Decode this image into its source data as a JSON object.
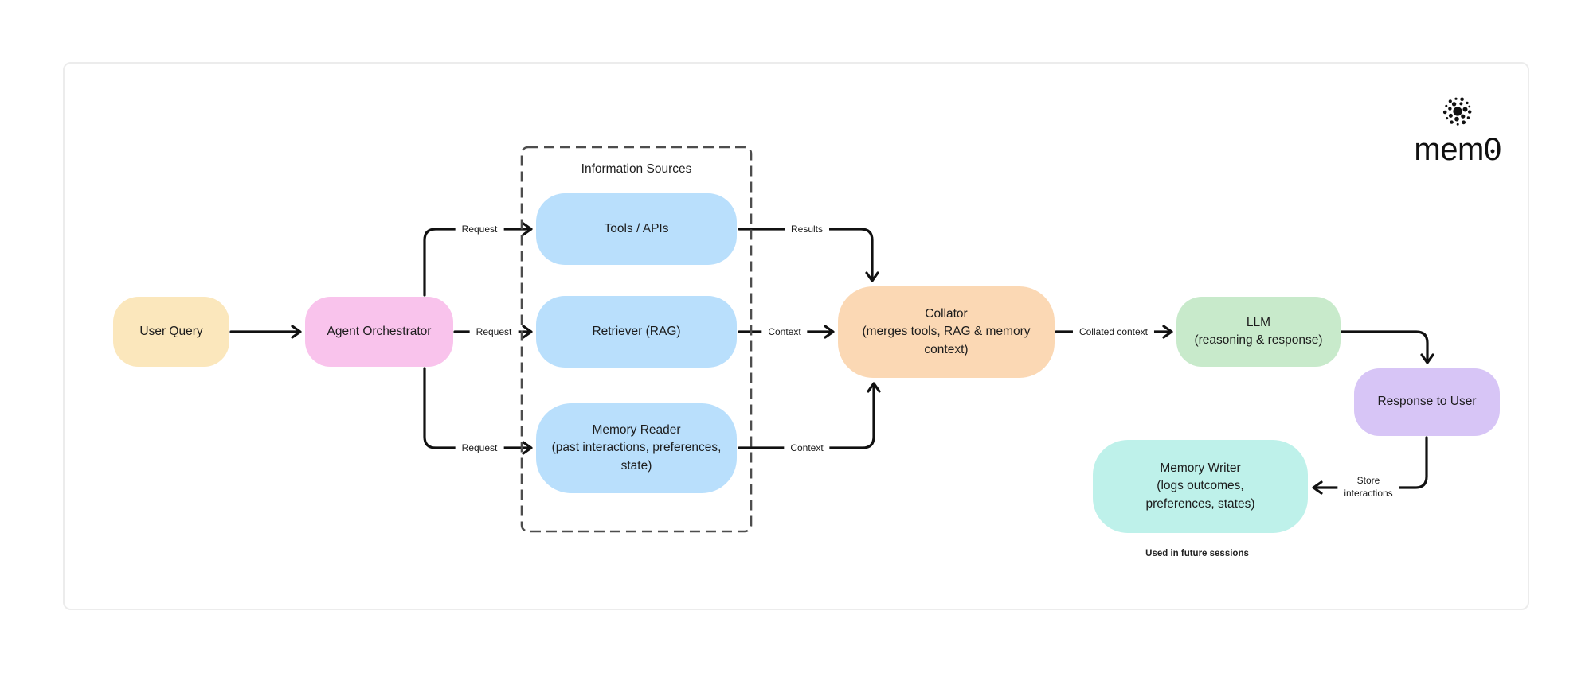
{
  "logo": {
    "icon": "mem0-dot-burst-icon",
    "wordmark_prefix": "mem",
    "wordmark_zero": "0"
  },
  "diagram": {
    "group_title": "Information Sources",
    "nodes": {
      "user_query": {
        "label": "User Query",
        "color": "#FBE7BC"
      },
      "agent_orchestrator": {
        "label": "Agent Orchestrator",
        "color": "#F9C3EC"
      },
      "tools_apis": {
        "label": "Tools / APIs",
        "color": "#B9DFFC"
      },
      "retriever": {
        "label": "Retriever (RAG)",
        "color": "#B9DFFC"
      },
      "memory_reader": {
        "label": "Memory Reader\n(past interactions, preferences,\nstate)",
        "color": "#B9DFFC"
      },
      "collator": {
        "label": "Collator\n(merges tools, RAG & memory\ncontext)",
        "color": "#FBD8B4"
      },
      "llm": {
        "label": "LLM\n(reasoning & response)",
        "color": "#C8EACB"
      },
      "response_to_user": {
        "label": "Response to User",
        "color": "#D7C5F6"
      },
      "memory_writer": {
        "label": "Memory Writer\n(logs outcomes,\npreferences, states)",
        "color": "#BEF1EA"
      }
    },
    "edge_labels": {
      "request_tools": "Request",
      "request_retriever": "Request",
      "request_memory": "Request",
      "results": "Results",
      "context_retriever": "Context",
      "context_memory": "Context",
      "collated_context": "Collated context",
      "store_interactions": "Store\ninteractions"
    },
    "note": "Used in future sessions",
    "line_color": "#111111",
    "dashed_border_color": "#4d4d4d"
  }
}
